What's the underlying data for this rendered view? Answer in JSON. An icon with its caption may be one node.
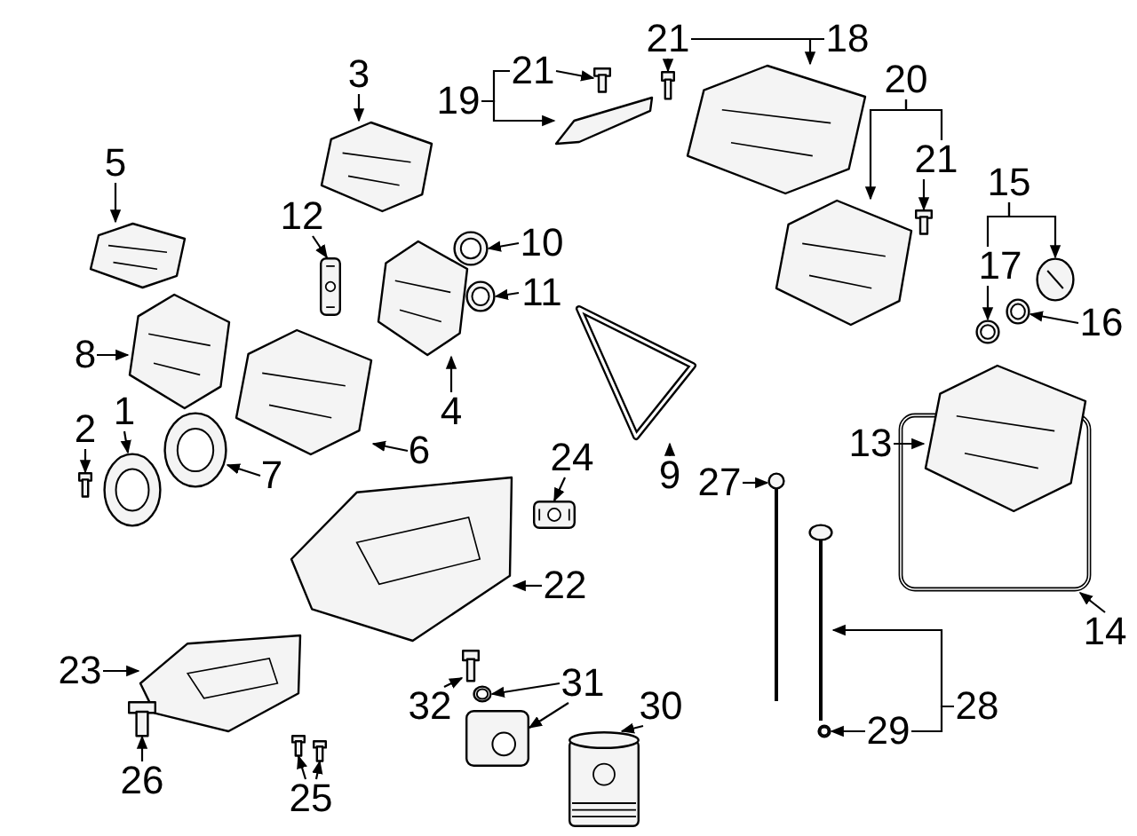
{
  "diagram": {
    "nodes": [
      {
        "text": [
          "21"
        ]
      },
      {
        "text": [
          "18"
        ]
      },
      {
        "text": [
          "3"
        ]
      },
      {
        "text": [
          "21"
        ]
      },
      {
        "text": [
          "20"
        ]
      },
      {
        "text": [
          "19"
        ]
      },
      {
        "text": [
          "5"
        ]
      },
      {
        "text": [
          "21"
        ]
      },
      {
        "text": [
          "15"
        ]
      },
      {
        "text": [
          "12"
        ]
      },
      {
        "text": [
          "10"
        ]
      },
      {
        "text": [
          "17"
        ]
      },
      {
        "text": [
          "11"
        ]
      },
      {
        "text": [
          "16"
        ]
      },
      {
        "text": [
          "8"
        ]
      },
      {
        "text": [
          "1"
        ]
      },
      {
        "text": [
          "4"
        ]
      },
      {
        "text": [
          "2"
        ]
      },
      {
        "text": [
          "6"
        ]
      },
      {
        "text": [
          "13"
        ]
      },
      {
        "text": [
          "9"
        ]
      },
      {
        "text": [
          "7"
        ]
      },
      {
        "text": [
          "24"
        ]
      },
      {
        "text": [
          "27"
        ]
      },
      {
        "text": [
          "14"
        ]
      },
      {
        "text": [
          "22"
        ]
      },
      {
        "text": [
          "23"
        ]
      },
      {
        "text": [
          "31"
        ]
      },
      {
        "text": [
          "28"
        ]
      },
      {
        "text": [
          "32"
        ]
      },
      {
        "text": [
          "30"
        ]
      },
      {
        "text": [
          "29"
        ]
      },
      {
        "text": [
          "26"
        ]
      },
      {
        "text": [
          "25"
        ]
      },
      {
        "text": [],
        "shape": "picture"
      },
      {
        "text": [],
        "shape": "picture"
      },
      {
        "text": [],
        "shape": "picture"
      },
      {
        "text": [],
        "shape": "picture"
      },
      {
        "text": [],
        "shape": "picture"
      },
      {
        "text": [],
        "shape": "picture"
      },
      {
        "text": [],
        "shape": "picture"
      },
      {
        "text": [],
        "shape": "picture"
      },
      {
        "text": [],
        "shape": "picture"
      },
      {
        "text": [],
        "shape": "picture"
      },
      {
        "text": [],
        "shape": "picture"
      },
      {
        "text": [],
        "shape": "picture"
      },
      {
        "text": [],
        "shape": "picture"
      },
      {
        "text": [],
        "shape": "picture"
      },
      {
        "text": [],
        "shape": "picture"
      },
      {
        "text": [],
        "shape": "picture"
      },
      {
        "text": [],
        "shape": "picture"
      },
      {
        "text": [],
        "shape": "picture"
      },
      {
        "text": [],
        "shape": "picture"
      },
      {
        "text": [],
        "shape": "picture"
      },
      {
        "text": [],
        "shape": "picture"
      },
      {
        "text": [],
        "shape": "picture"
      },
      {
        "text": [],
        "shape": "picture"
      },
      {
        "text": [],
        "shape": "picture"
      },
      {
        "text": [],
        "shape": "picture"
      },
      {
        "text": [],
        "shape": "picture"
      },
      {
        "text": [],
        "shape": "picture"
      },
      {
        "text": [],
        "shape": "picture"
      },
      {
        "text": [],
        "shape": "picture"
      },
      {
        "text": [],
        "shape": "picture"
      },
      {
        "text": [],
        "shape": "picture"
      },
      {
        "text": [],
        "shape": "picture"
      },
      {
        "text": [],
        "shape": "picture"
      },
      {
        "text": [],
        "shape": "picture"
      },
      {
        "text": [],
        "shape": "picture"
      },
      {
        "text": [],
        "shape": "picture"
      }
    ],
    "edges": [
      {
        "from": 0,
        "to": 34,
        "arrow": "to"
      },
      {
        "from": 1,
        "to": 35,
        "arrow": "to"
      },
      {
        "from": 1,
        "to": 0,
        "arrow": "none"
      },
      {
        "from": 2,
        "to": 36,
        "arrow": "to"
      },
      {
        "from": 3,
        "to": 37,
        "arrow": "to"
      },
      {
        "from": 4,
        "to": 39,
        "arrow": "to"
      },
      {
        "from": 4,
        "to": 7,
        "arrow": "none"
      },
      {
        "from": 5,
        "to": 38,
        "arrow": "to"
      },
      {
        "from": 5,
        "to": 3,
        "arrow": "none"
      },
      {
        "from": 6,
        "to": 41,
        "arrow": "to"
      },
      {
        "from": 7,
        "to": 40,
        "arrow": "to"
      },
      {
        "from": 8,
        "to": 43,
        "arrow": "to"
      },
      {
        "from": 8,
        "to": 11,
        "arrow": "none"
      },
      {
        "from": 9,
        "to": 45,
        "arrow": "to"
      },
      {
        "from": 10,
        "to": 42,
        "arrow": "to"
      },
      {
        "from": 11,
        "to": 48,
        "arrow": "to"
      },
      {
        "from": 12,
        "to": 46,
        "arrow": "to"
      },
      {
        "from": 13,
        "to": 49,
        "arrow": "to"
      },
      {
        "from": 14,
        "to": 50,
        "arrow": "to"
      },
      {
        "from": 15,
        "to": 55,
        "arrow": "to"
      },
      {
        "from": 16,
        "to": 44,
        "arrow": "to"
      },
      {
        "from": 17,
        "to": 56,
        "arrow": "to"
      },
      {
        "from": 18,
        "to": 51,
        "arrow": "to"
      },
      {
        "from": 19,
        "to": 53,
        "arrow": "to"
      },
      {
        "from": 20,
        "to": 47,
        "arrow": "to"
      },
      {
        "from": 21,
        "to": 54,
        "arrow": "to"
      },
      {
        "from": 22,
        "to": 58,
        "arrow": "to"
      },
      {
        "from": 23,
        "to": 57,
        "arrow": "to"
      },
      {
        "from": 24,
        "to": 52,
        "arrow": "to"
      },
      {
        "from": 25,
        "to": 59,
        "arrow": "to"
      },
      {
        "from": 26,
        "to": 61,
        "arrow": "to"
      },
      {
        "from": 27,
        "to": 63,
        "arrow": "to"
      },
      {
        "from": 27,
        "to": 64,
        "arrow": "to"
      },
      {
        "from": 28,
        "to": 60,
        "arrow": "to"
      },
      {
        "from": 28,
        "to": 31,
        "arrow": "none"
      },
      {
        "from": 29,
        "to": 62,
        "arrow": "to"
      },
      {
        "from": 30,
        "to": 69,
        "arrow": "to"
      },
      {
        "from": 31,
        "to": 65,
        "arrow": "to"
      },
      {
        "from": 32,
        "to": 66,
        "arrow": "to"
      },
      {
        "from": 33,
        "to": 67,
        "arrow": "to"
      },
      {
        "from": 33,
        "to": 68,
        "arrow": "to"
      }
    ]
  }
}
